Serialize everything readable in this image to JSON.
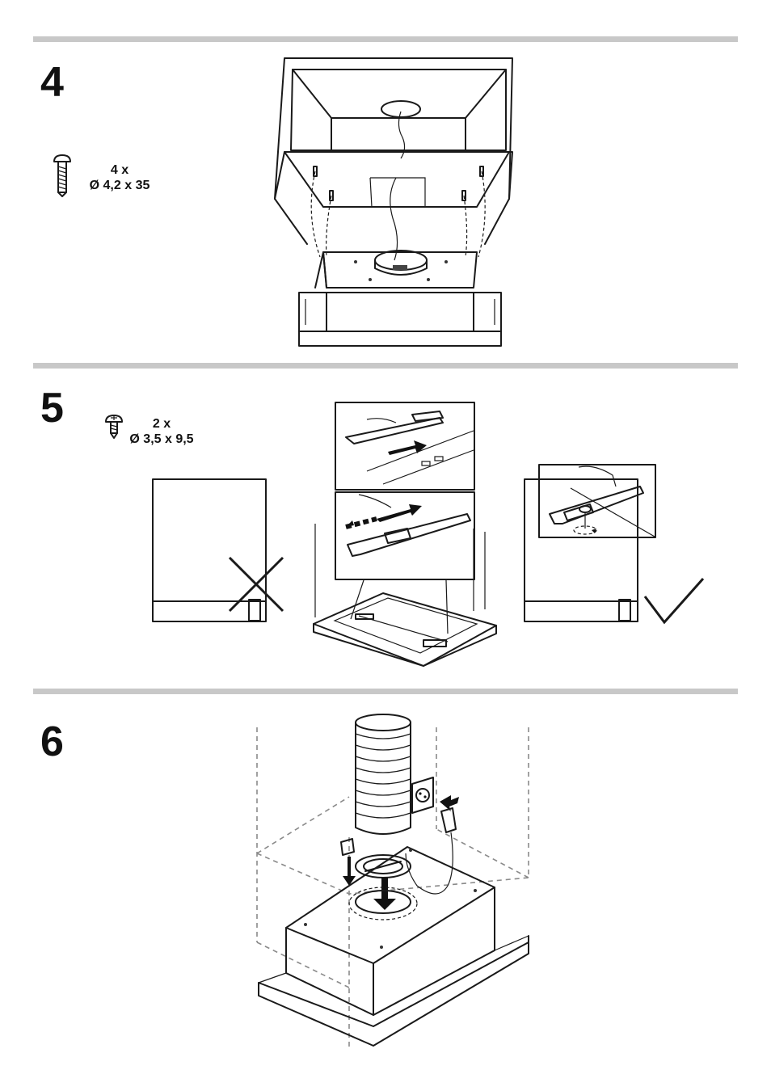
{
  "steps": [
    {
      "number": "4",
      "quantity": "4 x",
      "screw_size": "Ø 4,2 x 35"
    },
    {
      "number": "5",
      "quantity": "2 x",
      "screw_size": "Ø 3,5 x 9,5"
    },
    {
      "number": "6"
    }
  ],
  "icons": {
    "step4_screw": "long-screw-icon",
    "step5_screw": "short-screw-icon",
    "wrong": "cross-mark-icon",
    "correct": "check-mark-icon"
  },
  "colors": {
    "rule": "#c8c8c8",
    "bracket": "#bdbdbd",
    "line": "#1a1a1a"
  }
}
